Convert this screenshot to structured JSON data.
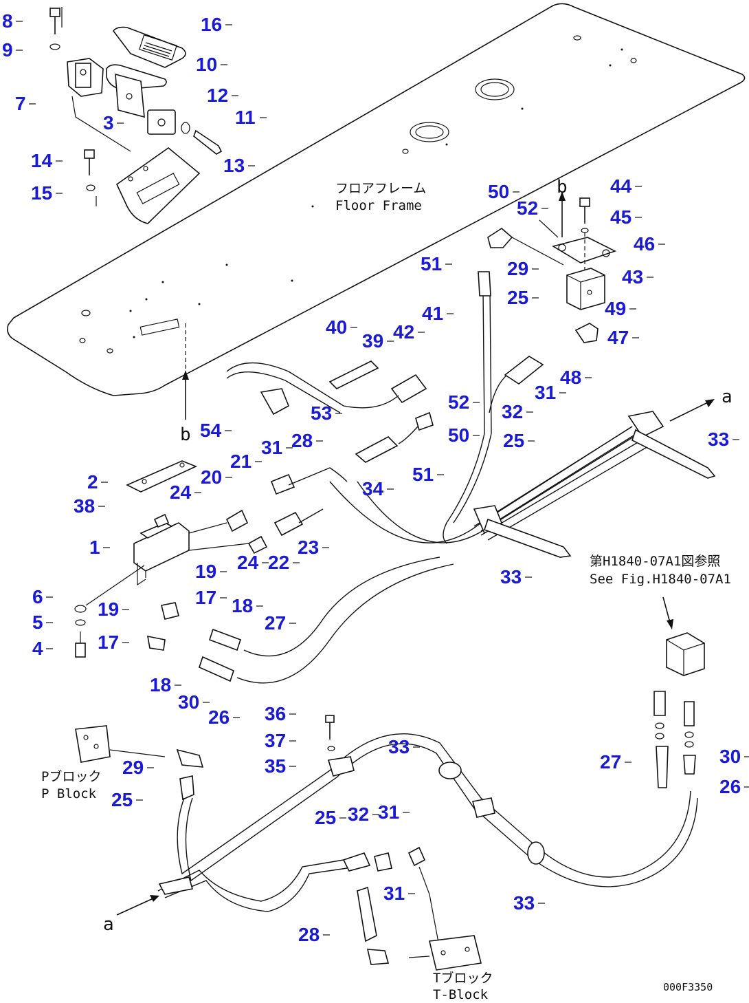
{
  "diagram": {
    "labels_jp": {
      "floor_frame_jp": "フロアフレーム",
      "p_block_jp": "Pブロック",
      "t_block_jp": "Tブロック",
      "see_fig_jp": "第H1840-07A1図参照"
    },
    "labels_en": {
      "floor_frame": "Floor Frame",
      "p_block": "P Block",
      "t_block": "T-Block",
      "see_fig": "See Fig.H1840-07A1"
    },
    "direction_markers": [
      "a",
      "a",
      "b",
      "b"
    ],
    "drawing_code": "000F3350",
    "part_numbers": [
      "8",
      "16",
      "9",
      "10",
      "7",
      "12",
      "3",
      "11",
      "14",
      "13",
      "15",
      "50",
      "44",
      "52",
      "45",
      "46",
      "51",
      "29",
      "43",
      "25",
      "41",
      "49",
      "40",
      "42",
      "47",
      "39",
      "48",
      "31",
      "32",
      "52",
      "53",
      "54",
      "50",
      "25",
      "33",
      "28",
      "31",
      "2",
      "20",
      "21",
      "34",
      "51",
      "24",
      "38",
      "1",
      "22",
      "23",
      "19",
      "24",
      "33",
      "6",
      "17",
      "18",
      "19",
      "5",
      "27",
      "17",
      "4",
      "18",
      "30",
      "26",
      "36",
      "37",
      "33",
      "35",
      "29",
      "27",
      "30",
      "25",
      "26",
      "25",
      "32",
      "31",
      "31",
      "28",
      "33"
    ]
  },
  "colors": {
    "callout": "#1a1ad6",
    "line": "#111111",
    "background": "#ffffff"
  }
}
